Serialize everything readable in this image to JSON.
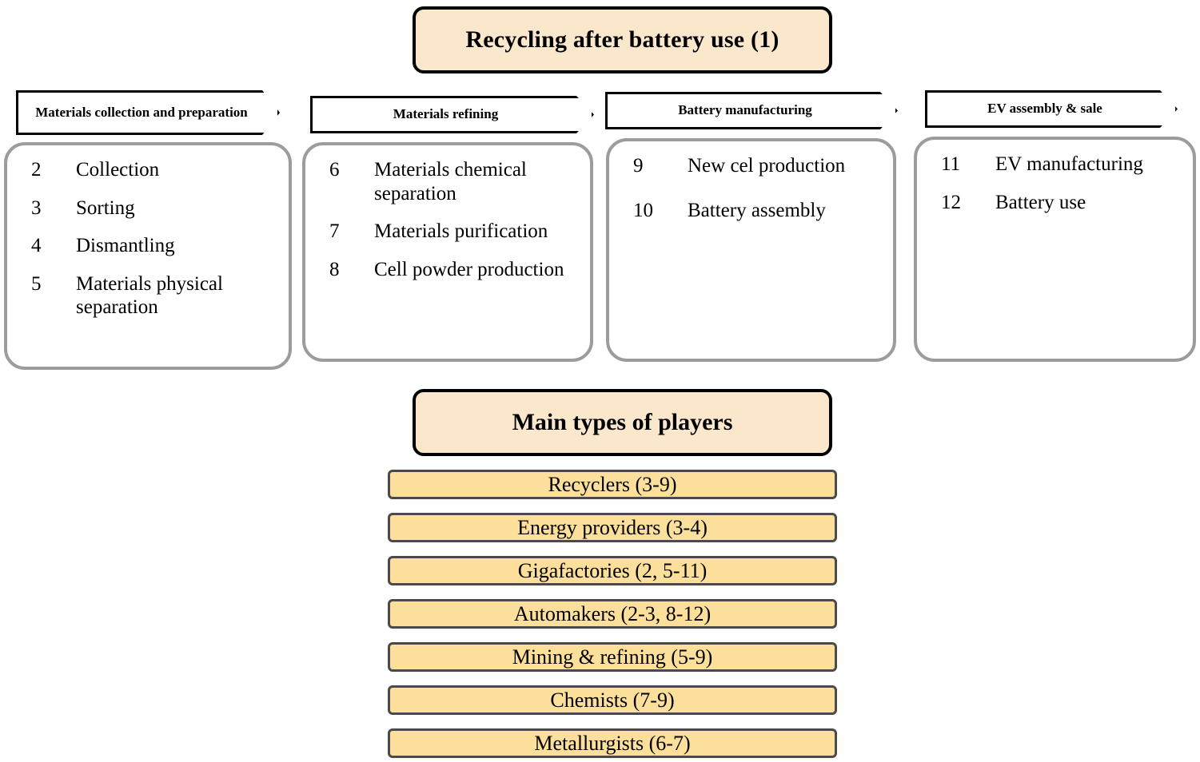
{
  "diagram": {
    "top_title": "Recycling after battery use (1)",
    "players_title": "Main types of players",
    "colors": {
      "banner_fill": "#FBE7CC",
      "banner_border": "#000000",
      "stage_box_border": "#9C9C9C",
      "stage_header_fill": "#FFFFFF",
      "player_bar_fill": "#FCDF9A",
      "player_bar_border": "#4A4A4A"
    },
    "stages": [
      {
        "header": "Materials collection and preparation",
        "steps": [
          {
            "num": "2",
            "label": "Collection"
          },
          {
            "num": "3",
            "label": "Sorting"
          },
          {
            "num": "4",
            "label": "Dismantling"
          },
          {
            "num": "5",
            "label": "Materials physical separation"
          }
        ]
      },
      {
        "header": "Materials refining",
        "steps": [
          {
            "num": "6",
            "label": "Materials chemical separation"
          },
          {
            "num": "7",
            "label": "Materials purification"
          },
          {
            "num": "8",
            "label": "Cell powder production"
          }
        ]
      },
      {
        "header": "Battery manufacturing",
        "steps": [
          {
            "num": "9",
            "label": "New cel production"
          },
          {
            "num": "10",
            "label": "Battery assembly"
          }
        ]
      },
      {
        "header": "EV assembly & sale",
        "steps": [
          {
            "num": "11",
            "label": "EV manufacturing"
          },
          {
            "num": "12",
            "label": "Battery use"
          }
        ]
      }
    ],
    "players": [
      {
        "label": "Recyclers (3-9)"
      },
      {
        "label": "Energy providers (3-4)"
      },
      {
        "label": "Gigafactories (2, 5-11)"
      },
      {
        "label": "Automakers (2-3, 8-12)"
      },
      {
        "label": "Mining & refining (5-9)"
      },
      {
        "label": "Chemists (7-9)"
      },
      {
        "label": "Metallurgists (6-7)"
      }
    ]
  }
}
